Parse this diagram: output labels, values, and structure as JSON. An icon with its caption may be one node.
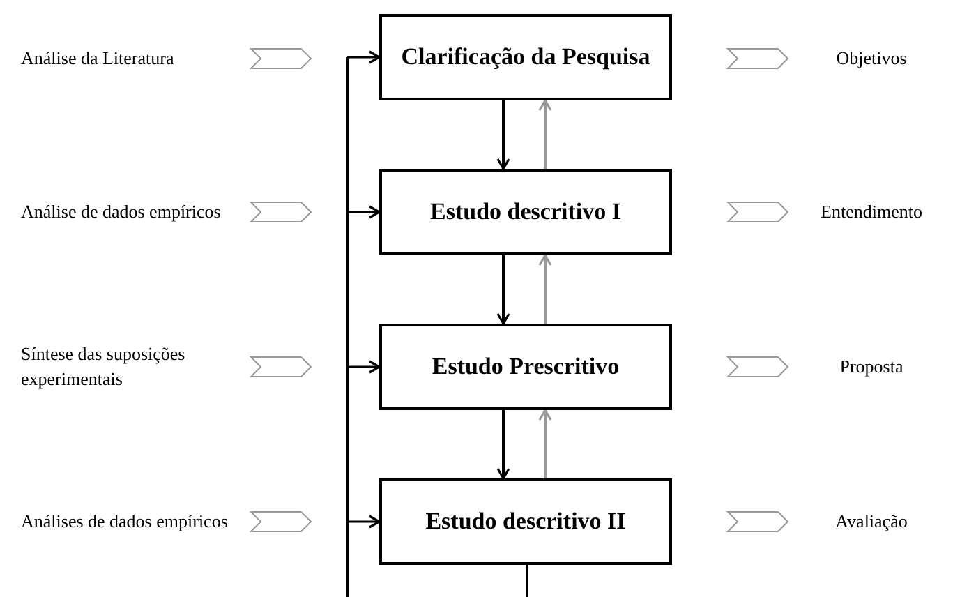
{
  "diagram": {
    "nodes": [
      {
        "text": [
          "Clarificação da Pesquisa"
        ]
      },
      {
        "text": [
          "Estudo descritivo I"
        ]
      },
      {
        "text": [
          "Estudo Prescritivo"
        ]
      },
      {
        "text": [
          "Estudo descritivo II"
        ]
      }
    ],
    "edges": [
      {
        "from": 0,
        "to": 1,
        "arrow": "to"
      },
      {
        "from": 1,
        "to": 0,
        "arrow": "to",
        "color": "#999999"
      },
      {
        "from": 1,
        "to": 2,
        "arrow": "to"
      },
      {
        "from": 2,
        "to": 1,
        "arrow": "to",
        "color": "#999999"
      },
      {
        "from": 2,
        "to": 3,
        "arrow": "to"
      },
      {
        "from": 3,
        "to": 2,
        "arrow": "to",
        "color": "#999999"
      },
      {
        "from": null,
        "to": 0,
        "arrow": "to"
      },
      {
        "from": null,
        "to": 1,
        "arrow": "to"
      },
      {
        "from": null,
        "to": 2,
        "arrow": "to"
      },
      {
        "from": null,
        "to": 3,
        "arrow": "to"
      },
      {
        "from": 3,
        "to": null,
        "arrow": "none"
      }
    ],
    "labels": [
      "Análise da Literatura",
      "Objetivos",
      "Análise de dados empíricos",
      "Entendimento",
      "Síntese das suposições experimentais",
      "Proposta",
      "Análises de dados empíricos",
      "Avaliação"
    ]
  }
}
